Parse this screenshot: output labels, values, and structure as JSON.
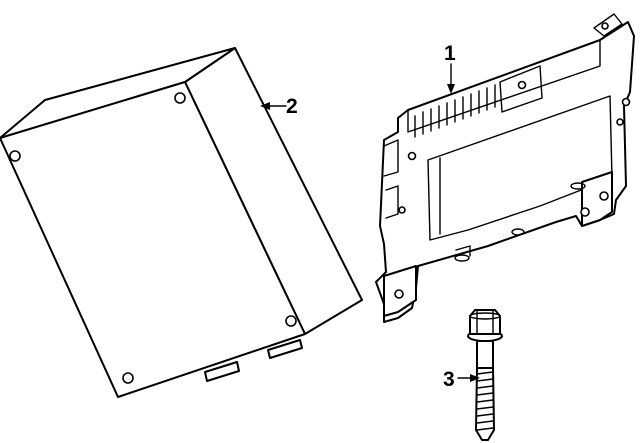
{
  "callouts": [
    {
      "number": "1",
      "part": "bracket"
    },
    {
      "number": "2",
      "part": "module"
    },
    {
      "number": "3",
      "part": "bolt"
    }
  ],
  "colors": {
    "line": "#000000",
    "background": "#ffffff"
  }
}
